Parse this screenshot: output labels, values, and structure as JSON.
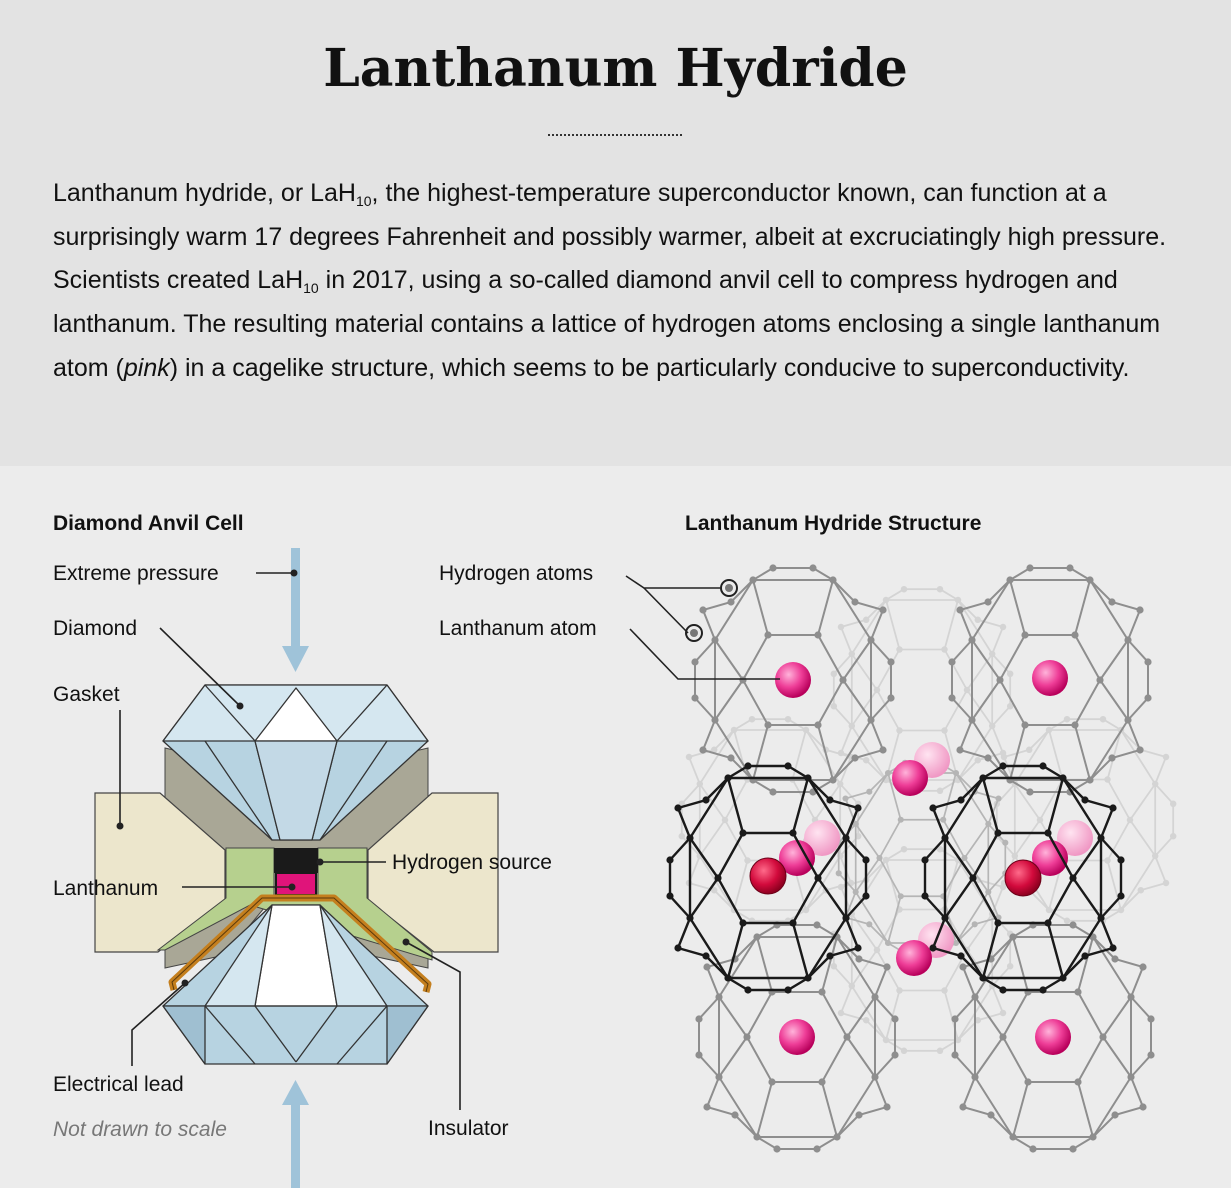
{
  "title": "Lanthanum Hydride",
  "intro": {
    "p1": "Lanthanum hydride, or LaH",
    "sub1": "10",
    "p2": ", the highest-temperature superconductor known, can function at a surprisingly warm 17 degrees Fahrenheit and possibly warmer, albeit at excruciatingly high pressure. Scientists created LaH",
    "sub2": "10",
    "p3": " in 2017, using a so-called diamond anvil cell to compress hydrogen and lanthanum. The resulting material contains a lattice of hydrogen atoms enclosing a single lanthanum atom (",
    "italic": "pink",
    "p4": ") in a cagelike structure, which seems to be particularly conducive to superconductivity."
  },
  "anvil": {
    "heading": "Diamond Anvil Cell",
    "labels": {
      "pressure": "Extreme pressure",
      "diamond": "Diamond",
      "gasket": "Gasket",
      "hydrogen_source": "Hydrogen source",
      "lanthanum": "Lanthanum",
      "electrical_lead": "Electrical lead",
      "insulator": "Insulator"
    },
    "note": "Not drawn to scale"
  },
  "structure": {
    "heading": "Lanthanum Hydride Structure",
    "labels": {
      "hydrogen_atoms": "Hydrogen atoms",
      "lanthanum_atom": "Lanthanum atom"
    }
  },
  "colors": {
    "header_bg": "#e3e3e3",
    "body_bg": "#ececec",
    "diamond": "#b7d3e1",
    "gasket": "#ece6cc",
    "insulator": "#b6d08e",
    "electrical_lead": "#c47f1e",
    "hydrogen_source": "#1a1a1a",
    "lanthanum": "#e0147a",
    "arrow": "#9fc3d9"
  }
}
